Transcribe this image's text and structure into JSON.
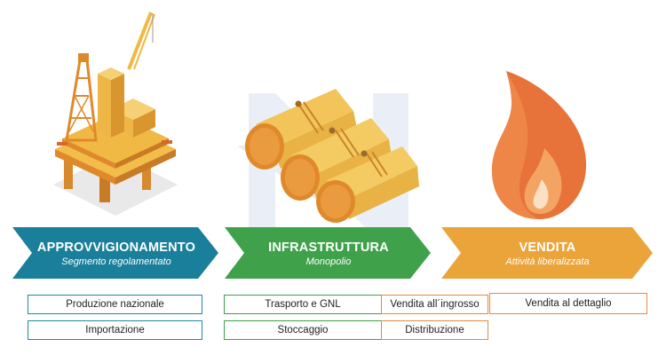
{
  "colors": {
    "blue": "#1a7f9a",
    "green": "#3fa24b",
    "orange": "#eba43a",
    "platform_yellow": "#f2bd4b",
    "platform_orange": "#e0892b",
    "tank_yellow": "#f0c257",
    "flame_outer": "#e8733a",
    "flame_inner": "#f3a463"
  },
  "icons": {
    "platform": "oil-platform-icon",
    "tanks": "gas-tanks-icon",
    "flame": "flame-icon"
  },
  "stages": [
    {
      "title": "APPROVVIGIONAMENTO",
      "subtitle": "Segmento regolamentato"
    },
    {
      "title": "INFRASTRUTTURA",
      "subtitle": "Monopolio"
    },
    {
      "title": "VENDITA",
      "subtitle": "Attività liberalizzata"
    }
  ],
  "boxes": {
    "produzione": "Produzione nazionale",
    "importazione": "Importazione",
    "trasporto": "Trasporto e GNL",
    "stoccaggio": "Stoccaggio",
    "ingrosso": "Vendita all´ingrosso",
    "distribuzione": "Distribuzione",
    "dettaglio": "Vendita al dettaglio"
  }
}
